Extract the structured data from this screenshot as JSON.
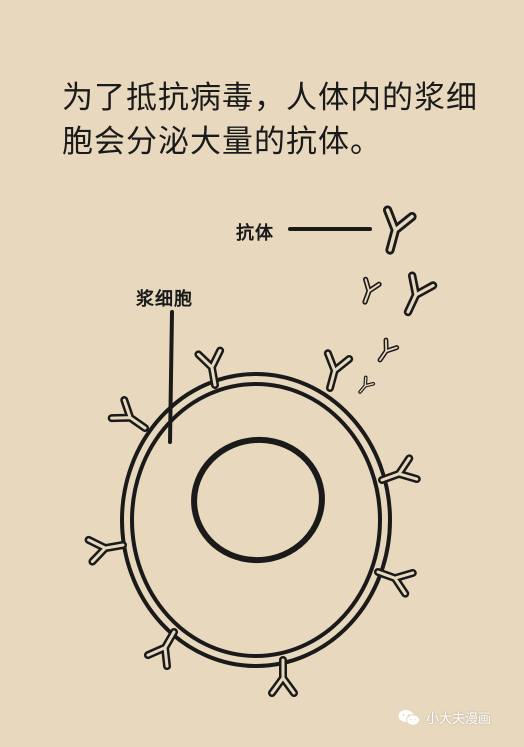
{
  "caption": {
    "line1": "为了抵抗病毒，人体内的浆细",
    "line2": "胞会分泌大量的抗体。"
  },
  "labels": {
    "antibody": "抗体",
    "plasma_cell": "浆细胞"
  },
  "watermark": {
    "text": "小大夫漫画",
    "icon": "wechat-icon"
  },
  "colors": {
    "background": "#e7d8be",
    "ink": "#1a1a1a",
    "watermark": "#ffffff"
  }
}
